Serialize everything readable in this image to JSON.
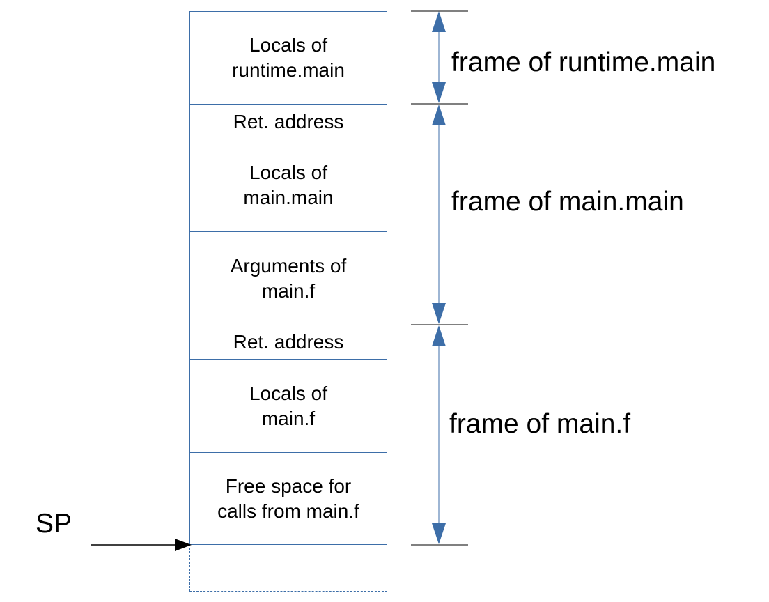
{
  "stack_cells": [
    {
      "line1": "Locals of",
      "line2": "runtime.main"
    },
    {
      "line1": "Ret. address",
      "line2": ""
    },
    {
      "line1": "Locals of",
      "line2": "main.main"
    },
    {
      "line1": "Arguments of",
      "line2": "main.f"
    },
    {
      "line1": "Ret. address",
      "line2": ""
    },
    {
      "line1": "Locals of",
      "line2": "main.f"
    },
    {
      "line1": "Free space for",
      "line2": "calls from main.f"
    }
  ],
  "frames": [
    {
      "label": "frame of runtime.main"
    },
    {
      "label": "frame of main.main"
    },
    {
      "label": "frame of main.f"
    }
  ],
  "stack_pointer": {
    "label": "SP"
  },
  "colors": {
    "border": "#3d6ea8",
    "arrow": "#3d6ea8",
    "tick": "#000000",
    "pointer": "#000000"
  }
}
